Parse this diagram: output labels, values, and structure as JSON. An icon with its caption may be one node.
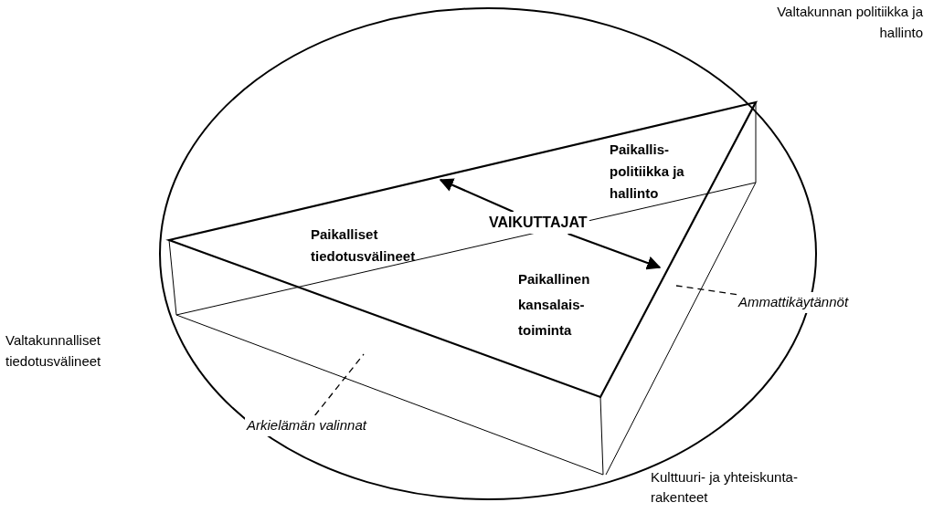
{
  "diagram": {
    "nodes": [
      {
        "text": [
          "VAIKUTTAJAT"
        ]
      },
      {
        "text": [
          "Arkielämän valinnat"
        ]
      },
      {
        "text": [
          "Ammattikäytännöt"
        ]
      }
    ],
    "edges": [
      {
        "from": 0,
        "to": null,
        "arrow": "to"
      },
      {
        "from": 0,
        "to": null,
        "arrow": "to"
      },
      {
        "from": 1,
        "to": null,
        "arrow": "none",
        "style": "dashed"
      },
      {
        "from": 2,
        "to": null,
        "arrow": "none",
        "style": "dashed"
      }
    ],
    "labels": [
      "Valtakunnan politiikka ja hallinto",
      "Paikallis- politiikka ja hallinto",
      "Paikalliset tiedotusvälineet",
      "Paikallinen kansalais- toiminta",
      "Valtakunnalliset tiedotusvälineet",
      "Kulttuuri- ja yhteiskunta- rakenteet"
    ]
  }
}
